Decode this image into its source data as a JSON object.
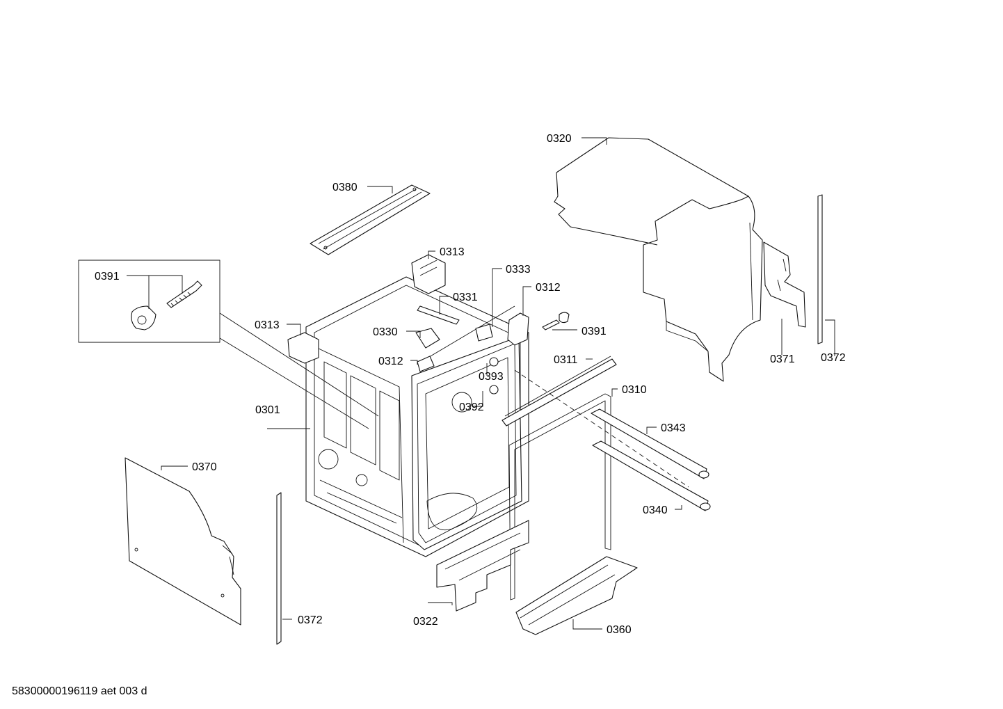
{
  "callouts": {
    "c0320": "0320",
    "c0380": "0380",
    "c0313_top": "0313",
    "c0391_inset": "0391",
    "c0333": "0333",
    "c0312_right": "0312",
    "c0331": "0331",
    "c0313_left": "0313",
    "c0330": "0330",
    "c0391_right": "0391",
    "c0371": "0371",
    "c0372_right": "0372",
    "c0312_mid": "0312",
    "c0311": "0311",
    "c0393": "0393",
    "c0310": "0310",
    "c0392": "0392",
    "c0301": "0301",
    "c0343": "0343",
    "c0370": "0370",
    "c0340": "0340",
    "c0372_left": "0372",
    "c0322": "0322",
    "c0360": "0360"
  },
  "footer": {
    "document_id": "58300000196119 aet 003 d"
  }
}
